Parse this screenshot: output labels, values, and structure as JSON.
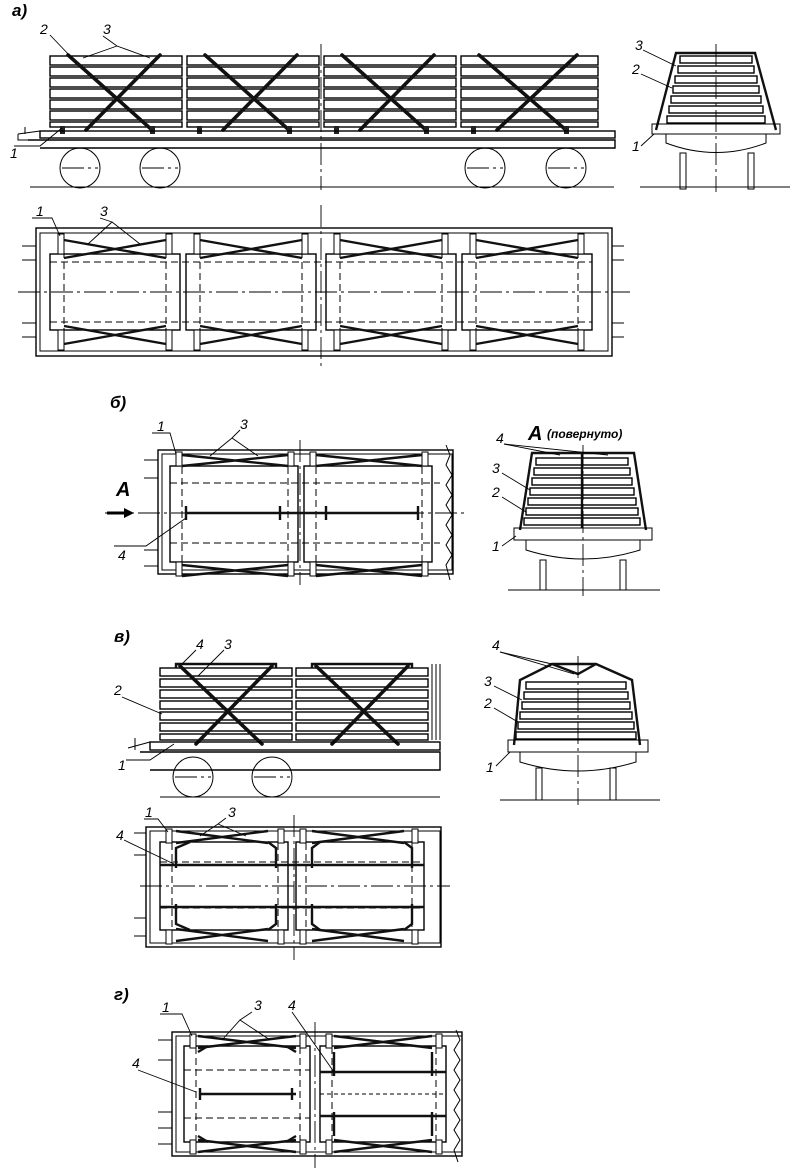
{
  "sections": {
    "a": "а)",
    "b": "б)",
    "v": "в)",
    "g": "г)"
  },
  "labels": {
    "n1": "1",
    "n2": "2",
    "n3": "3",
    "n4": "4"
  },
  "view": {
    "letter": "А",
    "caption": "(повернуто)"
  }
}
